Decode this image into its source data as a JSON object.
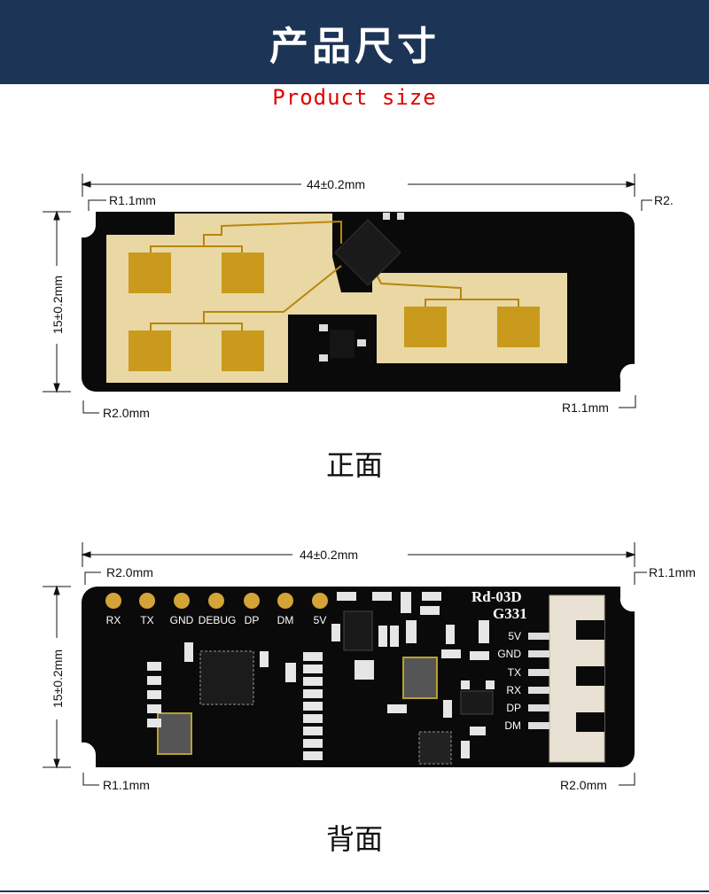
{
  "header": {
    "title": "产品尺寸",
    "subtitle": "Product size"
  },
  "front": {
    "caption": "正面",
    "width_label": "44±0.2mm",
    "height_label": "15±0.2mm",
    "corner_top_left": "R1.1mm",
    "corner_top_right": "R2.",
    "corner_bottom_left": "R2.0mm",
    "corner_bottom_right": "R1.1mm"
  },
  "back": {
    "caption": "背面",
    "width_label": "44±0.2mm",
    "height_label": "15±0.2mm",
    "corner_top_left": "R2.0mm",
    "corner_top_right": "R1.1mm",
    "corner_bottom_left": "R1.1mm",
    "corner_bottom_right": "R2.0mm",
    "silkscreen_model": "Rd-03D",
    "silkscreen_code": "G331",
    "pads": [
      "RX",
      "TX",
      "GND",
      "DEBUG",
      "DP",
      "DM",
      "5V"
    ],
    "connector_pins": [
      "5V",
      "GND",
      "TX",
      "RX",
      "DP",
      "DM"
    ]
  },
  "colors": {
    "banner": "#1c3556",
    "pcb": "#0a0a0a",
    "antenna_field": "#e9d8a4",
    "antenna_patch": "#c99a1c",
    "pad_gold": "#d4a437",
    "subtitle": "#e00000"
  }
}
